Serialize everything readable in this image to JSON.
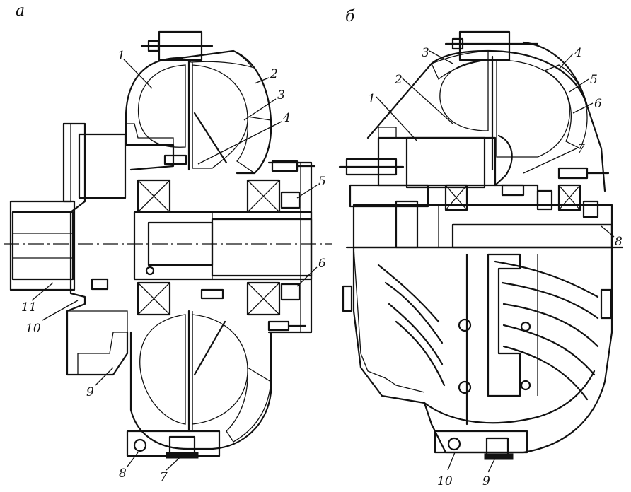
{
  "panels": [
    {
      "id": "a",
      "letter": "а",
      "callouts": [
        "1",
        "2",
        "3",
        "4",
        "5",
        "6",
        "7",
        "8",
        "9",
        "10",
        "11"
      ]
    },
    {
      "id": "b",
      "letter": "б",
      "callouts": [
        "1",
        "2",
        "3",
        "4",
        "5",
        "6",
        "7",
        "8",
        "9",
        "10"
      ]
    }
  ],
  "colors": {
    "ink": "#111111",
    "paper": "#ffffff"
  }
}
